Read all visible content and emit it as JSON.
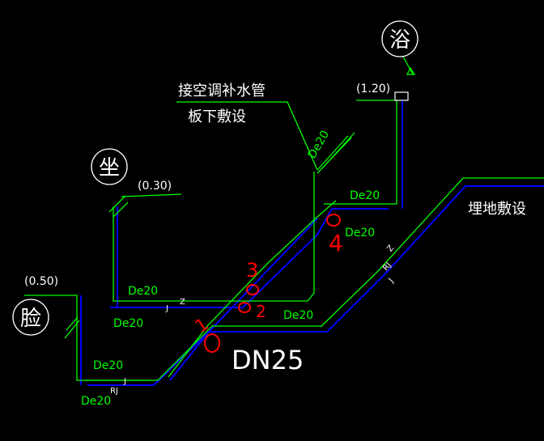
{
  "colors": {
    "background": "#000000",
    "pipe_green": "#00ff00",
    "pipe_blue": "#0000ff",
    "text_white": "#ffffff",
    "annotation_red": "#ff0000"
  },
  "fixtures": {
    "basin": {
      "symbol": "脸",
      "elevation": "(0.50)"
    },
    "toilet": {
      "symbol": "坐",
      "elevation": "(0.30)"
    },
    "shower": {
      "symbol": "浴",
      "elevation": "(1.20)"
    }
  },
  "notes": {
    "ac_makeup_line1": "接空调补水管",
    "ac_makeup_line2": "板下敷设",
    "buried": "埋地敷设"
  },
  "pipe_labels": {
    "basin_upper": "De20",
    "basin_lower": "De20",
    "toilet_upper": "De20",
    "toilet_lower": "De20",
    "riser_diagonal": "De20",
    "shower_branch": "De20",
    "node4_label": "De20",
    "main_branch": "De20",
    "main_size": "DN25"
  },
  "pipe_markers": {
    "rj_1": "RJ",
    "rj_2": "RJ",
    "j_1": "J",
    "j_2": "J",
    "j_3": "J",
    "z_1": "Z",
    "z_2": "Z"
  },
  "red_marks": {
    "node_1": "1",
    "node_2": "2",
    "node_3": "3",
    "node_4": "4"
  }
}
